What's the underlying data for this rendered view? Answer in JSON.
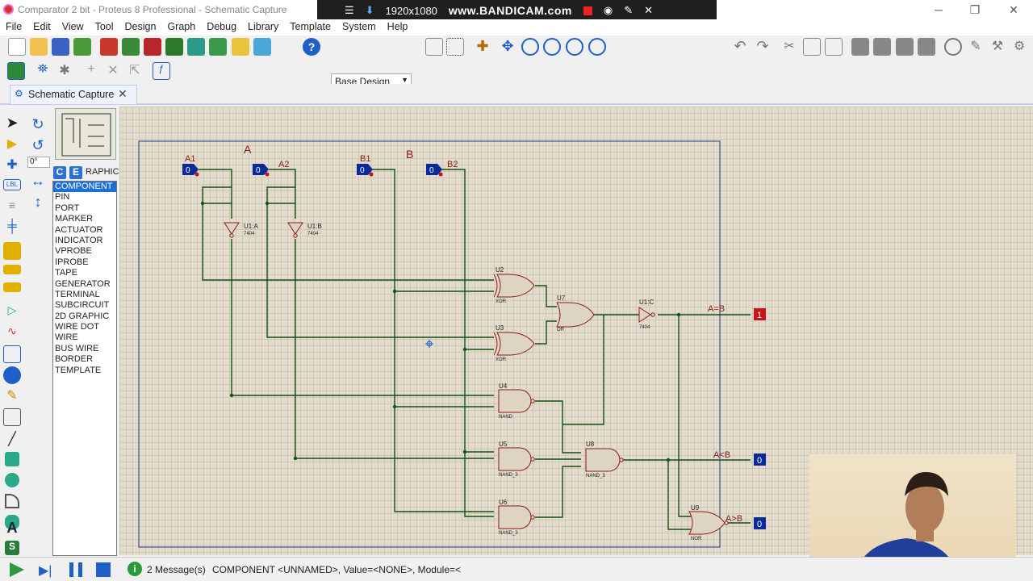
{
  "window": {
    "title": "Comparator 2 bit - Proteus 8 Professional - Schematic Capture"
  },
  "recorder": {
    "resolution": "1920x1080",
    "brand": "www.BANDICAM.com"
  },
  "menu": [
    "File",
    "Edit",
    "View",
    "Tool",
    "Design",
    "Graph",
    "Debug",
    "Library",
    "Template",
    "System",
    "Help"
  ],
  "toolbar": {
    "design_variant": "Base Design"
  },
  "tab": {
    "label": "Schematic Capture"
  },
  "left_panel": {
    "angle": "0°",
    "mode_label": "RAPHIC",
    "c_label": "C",
    "e_label": "E",
    "items": [
      "COMPONENT",
      "PIN",
      "PORT",
      "MARKER",
      "ACTUATOR",
      "INDICATOR",
      "VPROBE",
      "IPROBE",
      "TAPE",
      "GENERATOR",
      "TERMINAL",
      "SUBCIRCUIT",
      "2D GRAPHIC",
      "WIRE DOT",
      "WIRE",
      "BUS WIRE",
      "BORDER",
      "TEMPLATE"
    ],
    "selected": "COMPONENT"
  },
  "schematic": {
    "labels": {
      "group_a": "A",
      "group_b": "B"
    },
    "inputs": [
      {
        "name": "A1",
        "value": "0"
      },
      {
        "name": "A2",
        "value": "0"
      },
      {
        "name": "B1",
        "value": "0"
      },
      {
        "name": "B2",
        "value": "0"
      }
    ],
    "gates": [
      {
        "ref": "U1:A",
        "type": "7404"
      },
      {
        "ref": "U1:B",
        "type": "7404"
      },
      {
        "ref": "U1:C",
        "type": "7404"
      },
      {
        "ref": "U2",
        "type": "XOR"
      },
      {
        "ref": "U3",
        "type": "XOR"
      },
      {
        "ref": "U4",
        "type": "NAND"
      },
      {
        "ref": "U5",
        "type": "NAND_3"
      },
      {
        "ref": "U6",
        "type": "NAND_3"
      },
      {
        "ref": "U7",
        "type": "OR"
      },
      {
        "ref": "U8",
        "type": "NAND_3"
      },
      {
        "ref": "U9",
        "type": "NOR"
      }
    ],
    "outputs": [
      {
        "name": "A=B",
        "value": "1"
      },
      {
        "name": "A<B",
        "value": "0"
      },
      {
        "name": "A>B",
        "value": "0"
      }
    ],
    "colors": {
      "wire": "#145214",
      "gate_fill": "#ddd5c2",
      "gate_stroke": "#8b1a1a",
      "input_fill": "#0a2a9a",
      "output_high": "#c81414",
      "output_low": "#0a2a9a"
    }
  },
  "status": {
    "messages": "2 Message(s)",
    "info": "COMPONENT <UNNAMED>, Value=<NONE>, Module=<"
  }
}
